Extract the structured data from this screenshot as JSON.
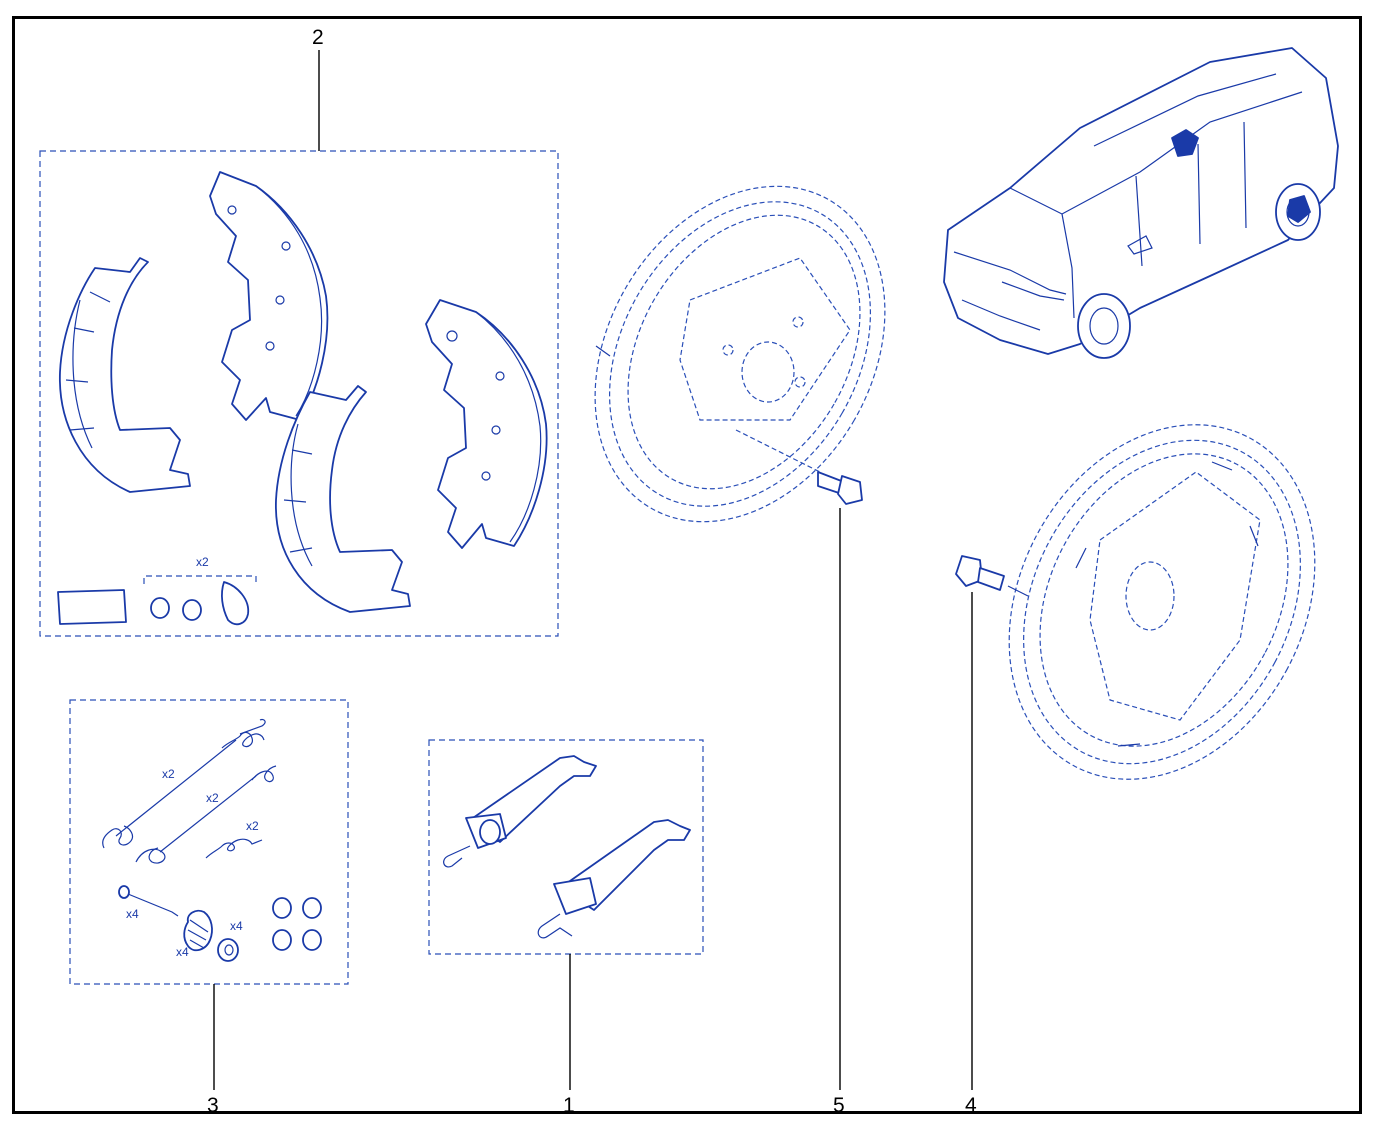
{
  "diagram": {
    "callouts": [
      {
        "id": "1",
        "label": "1"
      },
      {
        "id": "2",
        "label": "2"
      },
      {
        "id": "3",
        "label": "3"
      },
      {
        "id": "4",
        "label": "4"
      },
      {
        "id": "5",
        "label": "5"
      }
    ],
    "quantities": {
      "caps": "x2",
      "spring_long_a": "x2",
      "spring_long_b": "x2",
      "spring_small": "x2",
      "pin": "x4",
      "coil": "x4",
      "washer": "x4"
    },
    "colors": {
      "line": "#1a3aa8",
      "frame": "#000000"
    },
    "icons": [
      "brake-shoe-icon",
      "car-icon",
      "backing-plate-icon",
      "bolt-icon",
      "spring-icon",
      "adjuster-icon"
    ]
  }
}
